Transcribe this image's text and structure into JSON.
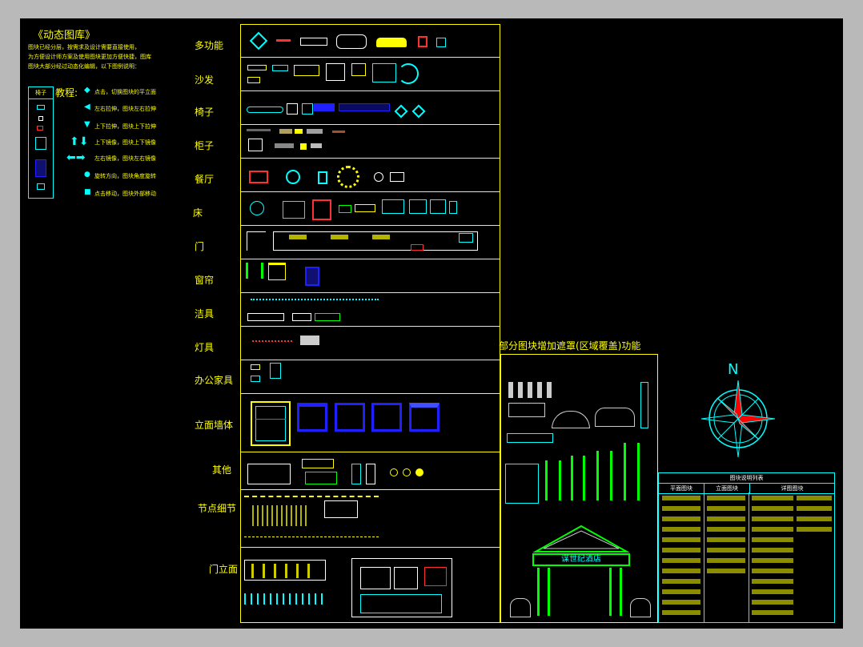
{
  "intro": {
    "title": "《动态图库》",
    "lines": [
      "图块已经分层，按需求及设计需要直接使用，",
      "为方便设计师方案及使用图块更加方便快捷，图库",
      "图块大部分经过动态化编辑，以下图例说明："
    ]
  },
  "tutorial": {
    "legend_header": "椅子",
    "heading": "教程:",
    "items": [
      "点击，切换图块的平立面",
      "左右拉伸，图块左右拉伸",
      "上下拉伸，图块上下拉伸",
      "上下镜像，图块上下镜像",
      "左右镜像，图块左右镜像",
      "旋转方向，图块角度旋转",
      "点击移动，图块外部移动"
    ]
  },
  "categories": [
    "多功能",
    "沙发",
    "椅子",
    "柜子",
    "餐厅",
    "床",
    "门",
    "窗帘",
    "洁具",
    "灯具",
    "办公家具",
    "立面墙体",
    "其他",
    "节点细节",
    "门立面"
  ],
  "mask_panel": {
    "title": "部分图块增加遮罩(区域覆盖)功能",
    "sign_text": "谋世纪酒店"
  },
  "compass": {
    "north_label": "N"
  },
  "table": {
    "title": "图块说明列表",
    "columns": [
      "平面图块",
      "立面图块",
      "详图图块"
    ]
  },
  "colors": {
    "background": "#000000",
    "frame": "#ffff00",
    "accent_cyan": "#00ffff",
    "accent_red": "#ff0000",
    "accent_green": "#00ff00",
    "accent_blue": "#2020ff"
  }
}
